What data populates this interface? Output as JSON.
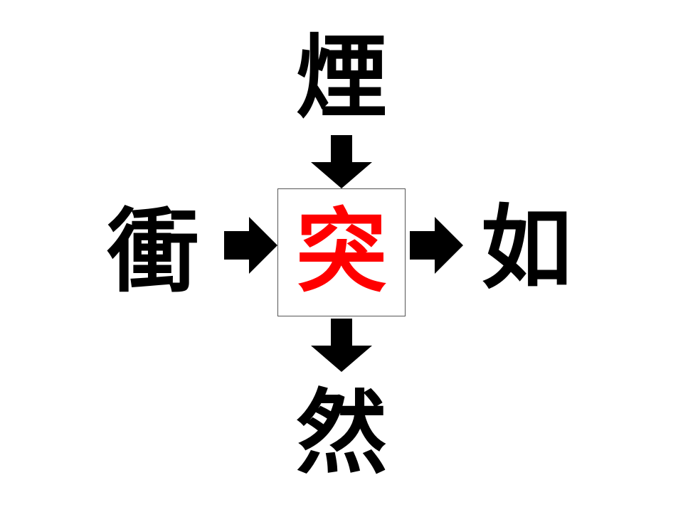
{
  "puzzle": {
    "top_char": "煙",
    "left_char": "衝",
    "right_char": "如",
    "bottom_char": "然",
    "answer_char": "突",
    "answer_color": "#ff0000",
    "text_color": "#000000",
    "arrow_color": "#000000"
  },
  "arrows": [
    {
      "name": "arrow-top-down-icon",
      "direction": "down"
    },
    {
      "name": "arrow-left-right-icon",
      "direction": "right"
    },
    {
      "name": "arrow-center-right-icon",
      "direction": "right"
    },
    {
      "name": "arrow-center-down-icon",
      "direction": "down"
    }
  ]
}
